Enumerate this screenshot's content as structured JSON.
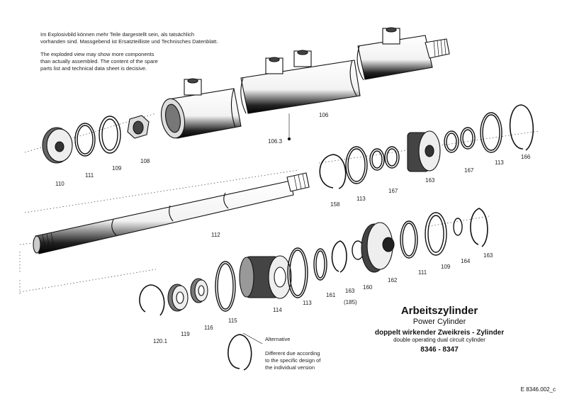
{
  "notes": {
    "de_line1": "Im Explosivbild können mehr Teile dargestellt sein, als tatsächlich",
    "de_line2": "vorhanden sind. Massgebend ist Ersatzteilliste und Technisches Datenblatt.",
    "en_line1": "The exploded view may show more components",
    "en_line2": "than actually assembled. The content of the spare",
    "en_line3": "parts list and technical data sheet is decisive."
  },
  "labels": {
    "l110": "110",
    "l111": "111",
    "l109": "109",
    "l108": "108",
    "l106_3": "106.3",
    "l106": "106",
    "l158": "158",
    "l113": "113",
    "l167": "167",
    "l163": "163",
    "l167b": "167",
    "l113b": "113",
    "l166": "166",
    "l112": "112",
    "l120_1": "120.1",
    "l119": "119",
    "l116": "116",
    "l115": "115",
    "l114": "114",
    "l113c": "113",
    "l161": "161",
    "l163b": "163",
    "l185": "(185)",
    "l160": "160",
    "l162": "162",
    "l111b": "111",
    "l109b": "109",
    "l164": "164",
    "l163c": "163"
  },
  "alternative": {
    "title": "Alternative",
    "line1": "Different due according",
    "line2": "to the specific design of",
    "line3": "the individual version"
  },
  "title_block": {
    "title_de": "Arbeitszylinder",
    "title_en": "Power Cylinder",
    "subtitle_de": "doppelt wirkender Zweikreis - Zylinder",
    "subtitle_en": "double operating dual circuit cylinder",
    "model": "8346 - 8347"
  },
  "doc_ref": "E 8346.002_c"
}
